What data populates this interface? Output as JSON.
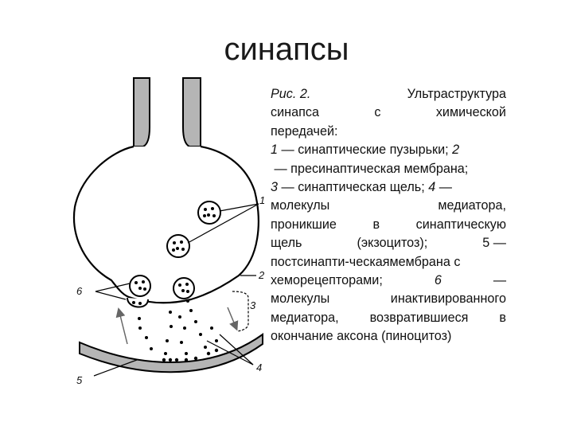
{
  "title": "синапсы",
  "caption": {
    "line1": [
      "Рис. 2.",
      "Ультраструктура"
    ],
    "line2": [
      "синапса",
      "с",
      "химической"
    ],
    "line3": "передачей:",
    "line4": [
      "1",
      " — синаптические пузырьки; ",
      "2"
    ],
    "line5": " — пресинаптическая мембрана;",
    "line6": [
      "3",
      " — синаптическая щель; ",
      "4",
      " —"
    ],
    "line7": [
      "молекулы",
      "медиатора,"
    ],
    "line8": [
      "проникшие",
      "в",
      "синаптическую"
    ],
    "line9": [
      "щель",
      "(экзоцитоз);",
      "5 —"
    ],
    "line10": "постсинапти-ческаямембрана с",
    "line11": [
      "хеморецепторами;",
      "6",
      "—"
    ],
    "line12": [
      "молекулы",
      "инактивированного"
    ],
    "line13": [
      "медиатора,",
      "возвратившиеся",
      "в"
    ],
    "line14": "окончание аксона (пиноцитоз)"
  },
  "labels": {
    "l1": "1",
    "l2": "2",
    "l3": "3",
    "l4": "4",
    "l5": "5",
    "l6": "6"
  }
}
